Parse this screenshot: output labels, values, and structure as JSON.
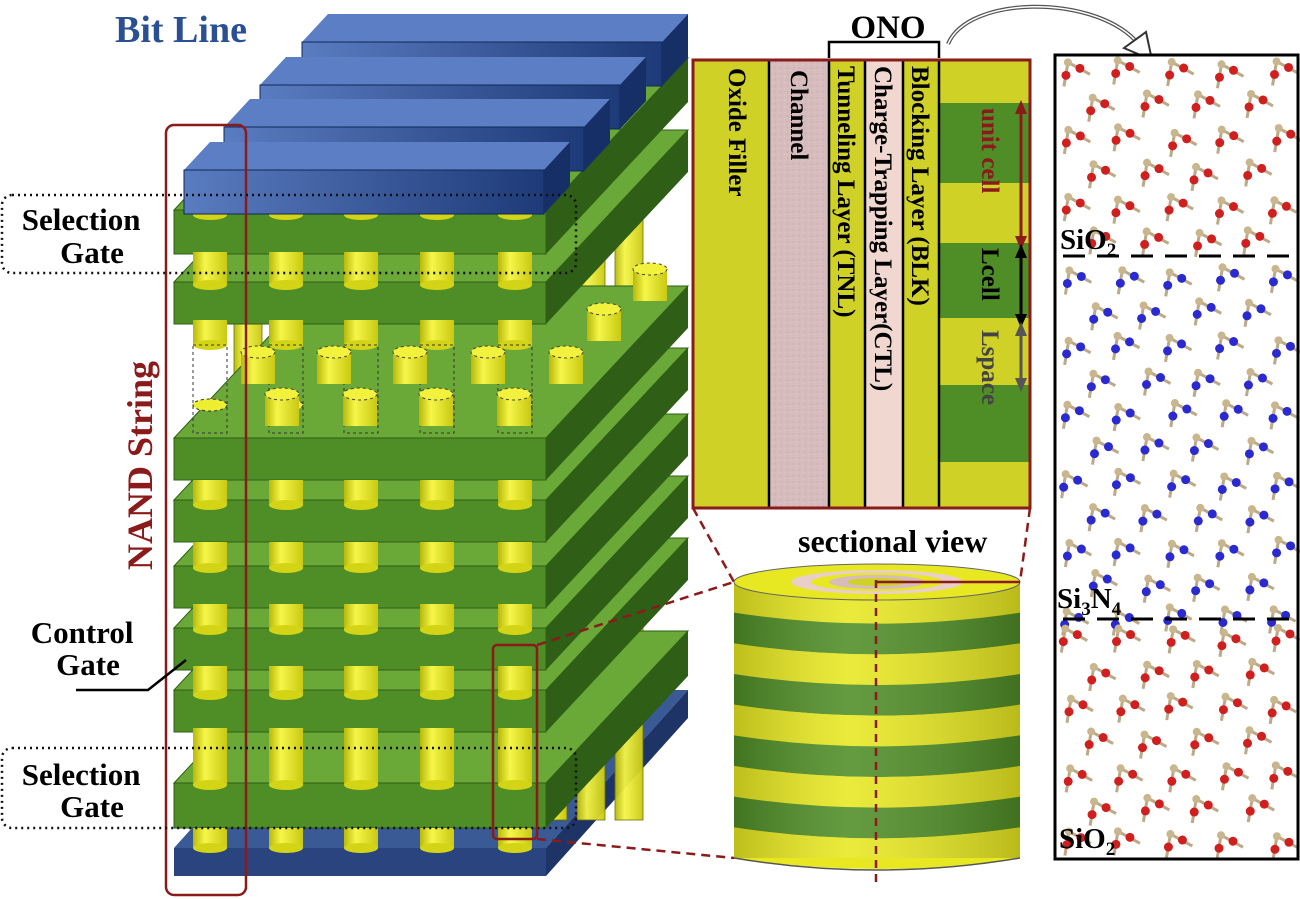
{
  "labels": {
    "bit_line": "Bit Line",
    "selection_gate_top": [
      "Selection",
      "Gate"
    ],
    "selection_gate_bottom": [
      "Selection",
      "Gate"
    ],
    "control_gate": [
      "Control",
      "Gate"
    ],
    "nand_string": "NAND String",
    "ono": "ONO",
    "sectional_view": "sectional view",
    "layers": [
      "Oxide Filler",
      "Channel",
      "Tunneling Layer (TNL)",
      "Charge-Trapping Layer(CTL)",
      "Blocking Layer (BLK)"
    ],
    "unit_cell": "unit cell",
    "lcell": "Lcell",
    "lspace": "Lspace",
    "sio2_top": "SiO2",
    "si3n4": "Si3N4",
    "sio2_bottom": "SiO2"
  },
  "colors": {
    "bit_line": "#2b4f93",
    "nand_string": "#8b1a1a",
    "wordline_green": "#4f8d26",
    "pillar_yellow": "#e8e822",
    "oxide_filler": "#cfd126",
    "channel": "#d6bcbc",
    "ctl": "#f0d7d0",
    "substrate": "#32508a",
    "oxygen_atom": "#d01f1f",
    "silicon_atom": "#c9b68f",
    "nitrogen_atom": "#2a2ad0"
  },
  "icons": {
    "ono_arrow": "curved-arrow-icon"
  }
}
